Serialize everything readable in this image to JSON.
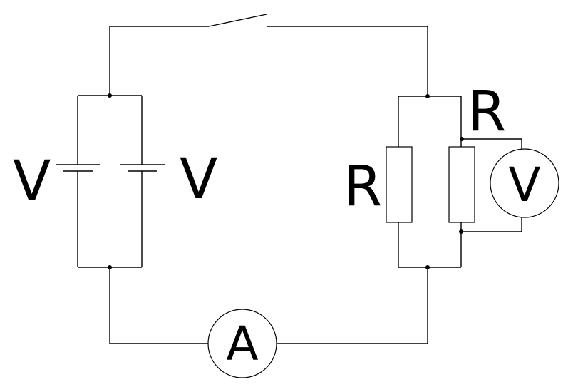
{
  "diagram": {
    "type": "electric-circuit",
    "components": {
      "switch": {
        "state": "open"
      },
      "battery_left": {
        "label": "V"
      },
      "battery_right": {
        "label": "V"
      },
      "resistor_left": {
        "label": "R"
      },
      "resistor_right": {
        "label": "R"
      },
      "voltmeter": {
        "label": "V"
      },
      "ammeter": {
        "label": "A"
      }
    },
    "colors": {
      "line": "#000000",
      "background": "#ffffff"
    }
  }
}
